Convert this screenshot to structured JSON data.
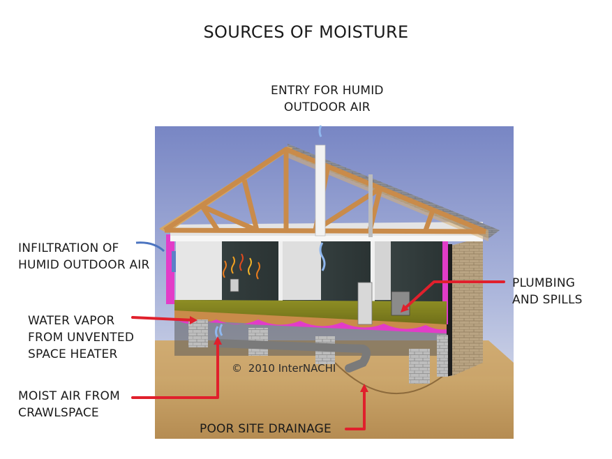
{
  "title": "SOURCES OF MOISTURE",
  "labels": {
    "entry": "ENTRY FOR HUMID\nOUTDOOR AIR",
    "infiltration": "INFILTRATION OF\nHUMID OUTDOOR AIR",
    "water_vapor": "WATER VAPOR\nFROM UNVENTED\nSPACE HEATER",
    "moist_air": "MOIST AIR FROM\nCRAWLSPACE",
    "plumbing": "PLUMBING\nAND SPILLS",
    "drainage": "POOR SITE DRAINAGE"
  },
  "copyright": "2010  InterNACHI",
  "colors": {
    "sky_top": "#7f8fc8",
    "sky_bottom": "#dfe3ee",
    "arrow": "#e0202c",
    "truss": "#c98b4a",
    "insulation": "#e23cc8",
    "floor": "#8a8a1e",
    "soil": "#c8a46a"
  }
}
